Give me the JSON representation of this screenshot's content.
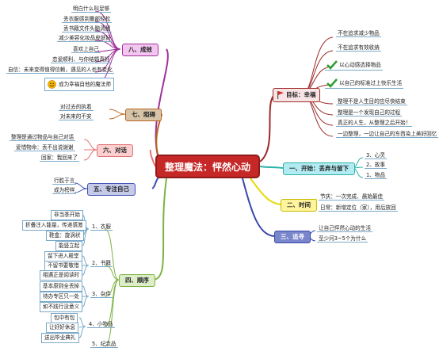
{
  "center": {
    "title": "整理魔法：怦然心动"
  },
  "right_branches": {
    "goal": {
      "label": "目标：幸福",
      "items": [
        "不在追求减少物品",
        "不在追求有效收纳",
        "以心动感选择物品",
        "以自己的标准过上快乐生活",
        "整理不是人生目的应尽快结束",
        "整理是一个发现自己的过程",
        "真正的人生，从整理之后开始！",
        "一边整理，一边让自己的东西染上美好回忆"
      ]
    },
    "start": {
      "label": "一、开始：丢弃与留下",
      "items": [
        "3、心灵",
        "2、故事",
        "1、物品"
      ]
    },
    "time": {
      "label": "二、时间",
      "items": [
        "节庆：一次完成、晨始最佳",
        "日常：新增定位（家），用后放回"
      ]
    },
    "trace": {
      "label": "三、追寻",
      "items": [
        "让自己怦然心动的生活",
        "至少问3~5个为什么"
      ]
    }
  },
  "left_branches": {
    "result": {
      "label": "八、成效",
      "items": [
        "明白什么叫足够",
        "丢衣服感到撒部轻松",
        "丢书籍文件头脑清醒",
        "减少美容化妆品皮肤好",
        "喜欢上自己",
        "恋爱顺利、与你结婚真好",
        "自信：未来变得值得信赖，遇见的人也有变化",
        "成为幸福自他的魔法师"
      ]
    },
    "obstacle": {
      "label": "七、阻碍",
      "items": [
        "对过去的执着",
        "对未来的不安"
      ]
    },
    "dialogue": {
      "label": "六、对话",
      "items": [
        "整理是通过物品与自己对话",
        "爱惜物命：丢不出说谢谢",
        "回家：我回来了"
      ]
    },
    "focus": {
      "label": "五、专注自己",
      "items": [
        "行胜于言",
        "成为榜样"
      ]
    },
    "order": {
      "label": "四、顺序",
      "groups": [
        {
          "label": "1、衣服",
          "items": [
            "非当季开始",
            "折叠注入能量，传递感激",
            "鞋盒：旋涡状",
            "能竖立起"
          ]
        },
        {
          "label": "2、书籍",
          "items": [
            "留下进入殿堂",
            "不留书要敬惜",
            "相遇正是阅读时"
          ]
        },
        {
          "label": "3、杂件",
          "items": [
            "基本原则全丢掉",
            "待办专区只一处",
            "如不践行没意义"
          ]
        },
        {
          "label": "4、小物品",
          "items": [
            "包中有包",
            "让好好休息",
            "送出毕业典礼"
          ]
        },
        {
          "label": "5、纪念品",
          "items": []
        }
      ]
    }
  },
  "colors": {
    "center": "#c62828",
    "goal": "#9e2a2a",
    "start": "#2bb3a8",
    "time": "#e8d800",
    "trace": "#3949ab",
    "result": "#a0309a",
    "obstacle": "#b5651d",
    "dialogue": "#e57373",
    "focus": "#3f51b5",
    "order": "#7cb342"
  },
  "icons": [
    "flag-icon",
    "check-icon",
    "smiley-icon"
  ]
}
